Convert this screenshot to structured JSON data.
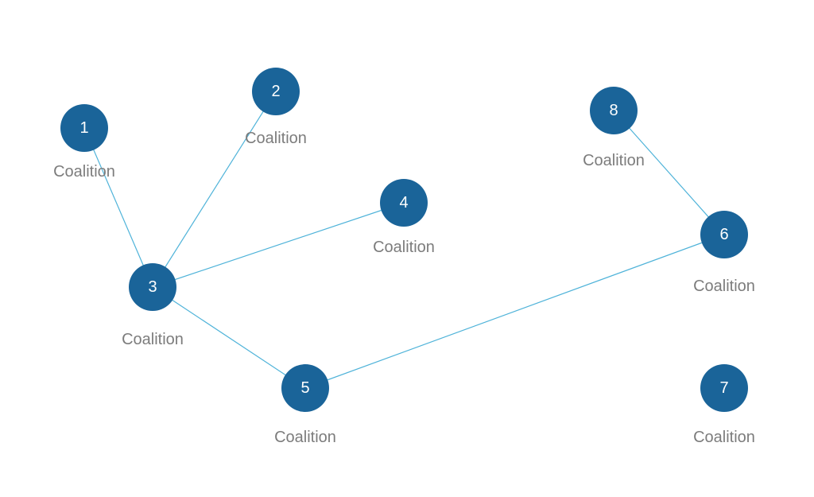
{
  "diagram": {
    "nodes": [
      {
        "id": "1",
        "label": "1",
        "caption": "Coalition"
      },
      {
        "id": "2",
        "label": "2",
        "caption": "Coalition"
      },
      {
        "id": "3",
        "label": "3",
        "caption": "Coalition"
      },
      {
        "id": "4",
        "label": "4",
        "caption": "Coalition"
      },
      {
        "id": "5",
        "label": "5",
        "caption": "Coalition"
      },
      {
        "id": "6",
        "label": "6",
        "caption": "Coalition"
      },
      {
        "id": "7",
        "label": "7",
        "caption": "Coalition"
      },
      {
        "id": "8",
        "label": "8",
        "caption": "Coalition"
      }
    ],
    "edges": [
      {
        "from": "1",
        "to": "3"
      },
      {
        "from": "2",
        "to": "3"
      },
      {
        "from": "4",
        "to": "3"
      },
      {
        "from": "3",
        "to": "5"
      },
      {
        "from": "5",
        "to": "6"
      },
      {
        "from": "8",
        "to": "6"
      }
    ],
    "colors": {
      "node_fill": "#1a6499",
      "node_text": "#ffffff",
      "edge": "#4fb3d9",
      "caption": "#7c7c7c"
    }
  }
}
